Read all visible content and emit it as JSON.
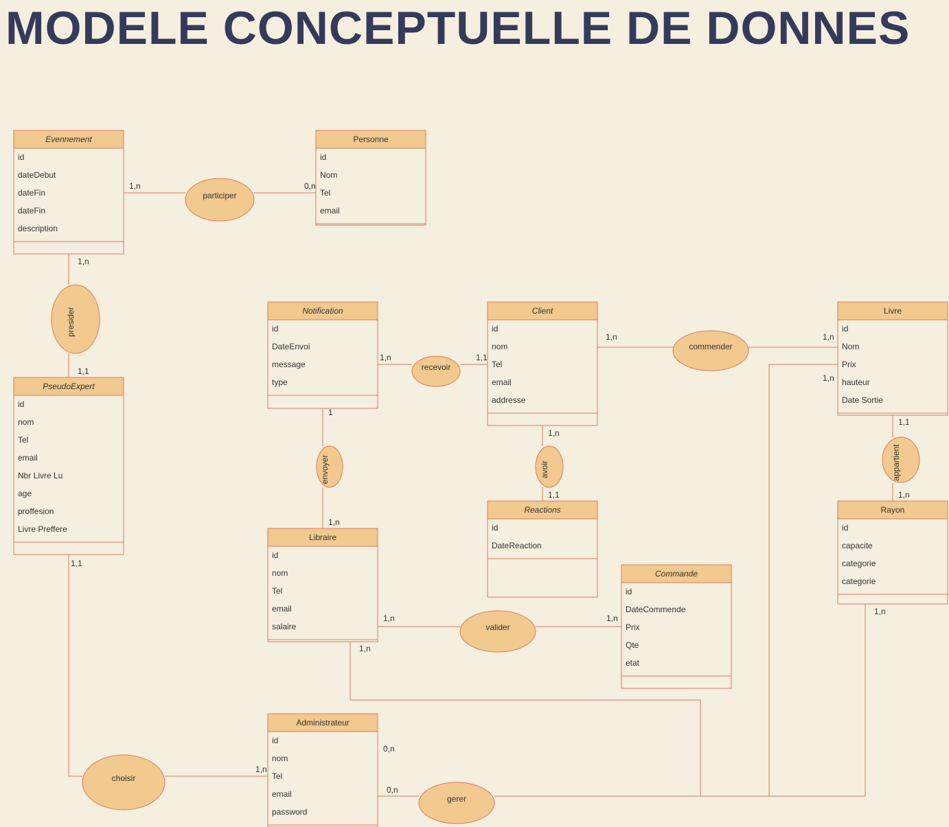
{
  "title": "MODELE CONCEPTUELLE DE DONNES",
  "colors": {
    "background": "#f4efdf",
    "header_fill": "#f2c98e",
    "stroke": "#e07a5f",
    "title": "#363a5a"
  },
  "entities": {
    "evennement": {
      "name": "Evennement",
      "attributes": [
        "id",
        "dateDebut",
        "dateFin",
        "dateFin",
        "description"
      ]
    },
    "personne": {
      "name": "Personne",
      "attributes": [
        "id",
        "Nom",
        "Tel",
        "email"
      ]
    },
    "pseudoexpert": {
      "name": "PseudoExpert",
      "attributes": [
        "id",
        "nom",
        "Tel",
        "email",
        "Nbr Livre Lu",
        "age",
        "proffesion",
        "Livre Preffere"
      ]
    },
    "notification": {
      "name": "Notification",
      "attributes": [
        "id",
        "DateEnvoi",
        "message",
        "type"
      ]
    },
    "client": {
      "name": "Client",
      "attributes": [
        "id",
        "nom",
        "Tel",
        "email",
        "addresse"
      ]
    },
    "livre": {
      "name": "Livre",
      "attributes": [
        "id",
        "Nom",
        "Prix",
        "hauteur",
        "Date Sortie"
      ]
    },
    "libraire": {
      "name": "Libraire",
      "attributes": [
        "id",
        "nom",
        "Tel",
        "email",
        "salaire"
      ]
    },
    "reactions": {
      "name": "Reactions",
      "attributes": [
        "id",
        "DateReaction"
      ]
    },
    "commande": {
      "name": "Commande",
      "attributes": [
        "id",
        "DateCommende",
        "Prix",
        "Qte",
        "etat"
      ]
    },
    "rayon": {
      "name": "Rayon",
      "attributes": [
        "id",
        "capacite",
        "categorie",
        "categorie"
      ]
    },
    "administrateur": {
      "name": "Administrateur",
      "attributes": [
        "id",
        "nom",
        "Tel",
        "email",
        "password"
      ]
    }
  },
  "relations": {
    "participer": "participer",
    "presider": "presider",
    "recevoir": "recevoir",
    "commender": "commender",
    "envoyer": "envoyer",
    "avoir": "avoir",
    "appartient": "appartient",
    "valider": "valider",
    "choisir": "choisir",
    "gerer": "gerer"
  },
  "cardinalities": {
    "evennement_participer": "1,n",
    "personne_participer": "0,n",
    "evennement_presider": "1,n",
    "pseudoexpert_presider": "1,1",
    "notification_recevoir": "1,n",
    "client_recevoir": "1,1",
    "client_commender": "1,n",
    "livre_commender": "1,n",
    "livre_gerer": "1,n",
    "notification_envoyer": "1",
    "libraire_envoyer": "1,n",
    "client_avoir": "1,n",
    "reactions_avoir": "1,1",
    "livre_appartient": "1,1",
    "rayon_appartient": "1,n",
    "libraire_valider": "1,n",
    "commande_valider": "1,n",
    "libraire_gerer": "1,n",
    "rayon_gerer": "1,n",
    "pseudoexpert_choisir": "1,1",
    "admin_choisir": "1,n",
    "admin_gerer_a": "0,n",
    "admin_gerer_b": "0,n"
  }
}
